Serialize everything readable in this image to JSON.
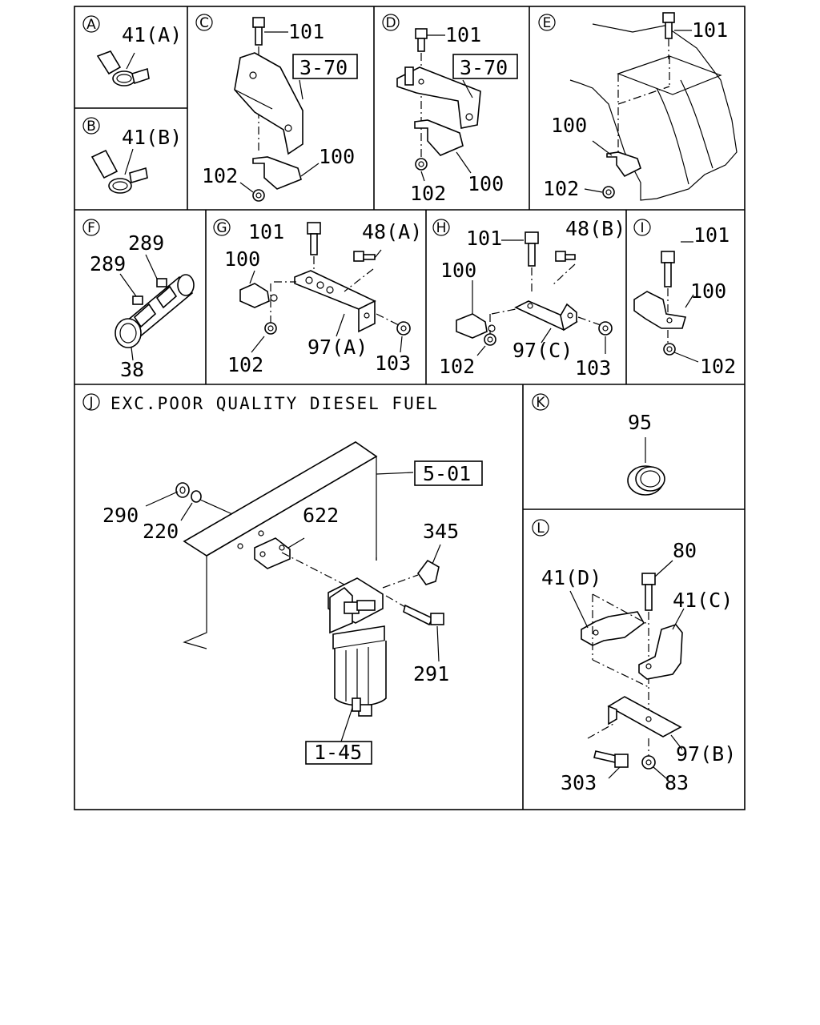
{
  "panels": {
    "A": {
      "letter": "A",
      "labels": [
        "41(A)"
      ]
    },
    "B": {
      "letter": "B",
      "labels": [
        "41(B)"
      ]
    },
    "C": {
      "letter": "C",
      "labels": [
        "101",
        "102",
        "100"
      ],
      "ref": "3-70"
    },
    "D": {
      "letter": "D",
      "labels": [
        "101",
        "102",
        "100"
      ],
      "ref": "3-70"
    },
    "E": {
      "letter": "E",
      "labels": [
        "101",
        "100",
        "102"
      ]
    },
    "F": {
      "letter": "F",
      "labels": [
        "289",
        "289",
        "38"
      ]
    },
    "G": {
      "letter": "G",
      "labels": [
        "101",
        "48(A)",
        "100",
        "102",
        "97(A)",
        "103"
      ]
    },
    "H": {
      "letter": "H",
      "labels": [
        "101",
        "48(B)",
        "100",
        "102",
        "97(C)",
        "103"
      ]
    },
    "I": {
      "letter": "I",
      "labels": [
        "101",
        "100",
        "102"
      ]
    },
    "J": {
      "letter": "J",
      "note": "EXC.POOR QUALITY DIESEL FUEL",
      "labels": [
        "290",
        "220",
        "622",
        "345",
        "291"
      ],
      "refs": [
        "5-01",
        "1-45"
      ]
    },
    "K": {
      "letter": "K",
      "labels": [
        "95"
      ]
    },
    "L": {
      "letter": "L",
      "labels": [
        "80",
        "41(D)",
        "41(C)",
        "97(B)",
        "303",
        "83"
      ]
    }
  }
}
